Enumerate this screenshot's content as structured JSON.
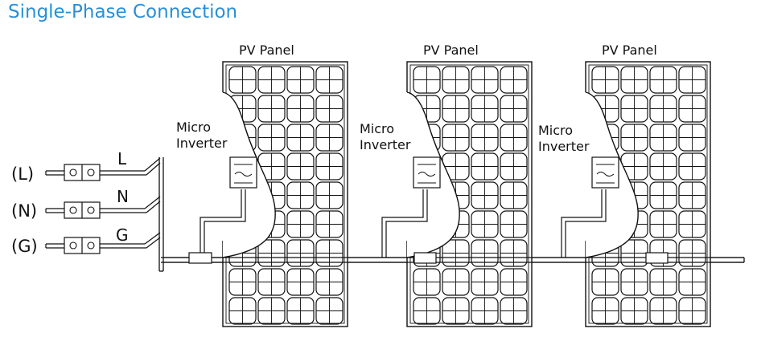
{
  "title": "Single-Phase Connection",
  "panel_label": "PV Panel",
  "micro_label_line1": "Micro",
  "micro_label_line2": "Inverter",
  "wires": [
    {
      "letter": "L",
      "terminal": "(L)"
    },
    {
      "letter": "N",
      "terminal": "(N)"
    },
    {
      "letter": "G",
      "terminal": "(G)"
    }
  ],
  "colors": {
    "title": "#2a8fd6",
    "line": "#111111",
    "background": "#ffffff"
  }
}
